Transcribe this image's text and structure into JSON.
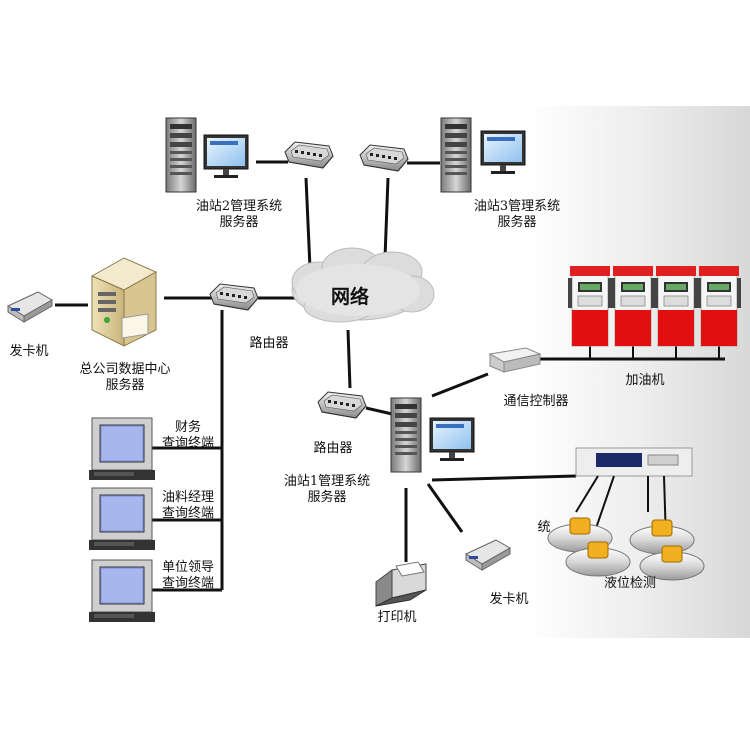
{
  "network": {
    "label": "网络"
  },
  "station2": {
    "line1": "油站2管理系统",
    "line2": "服务器"
  },
  "station3": {
    "line1": "油站3管理系统",
    "line2": "服务器"
  },
  "hq": {
    "line1": "总公司数据中心",
    "line2": "服务器"
  },
  "card_issuer_left": {
    "label": "发卡机"
  },
  "router_top": {
    "label": "路由器"
  },
  "router_mid": {
    "label": "路由器"
  },
  "finance": {
    "line1": "财务",
    "line2": "查询终端"
  },
  "oil_manager": {
    "line1": "油料经理",
    "line2": "查询终端"
  },
  "unit_leader": {
    "line1": "单位领导",
    "line2": "查询终端"
  },
  "station1": {
    "line1": "油站1管理系统",
    "line2": "服务器"
  },
  "comm_controller": {
    "label": "通信控制器"
  },
  "dispenser": {
    "label": "加油机"
  },
  "level_detection": {
    "label": "液位检测",
    "side_text": "统"
  },
  "printer": {
    "label": "打印机"
  },
  "card_issuer_bottom": {
    "label": "发卡机"
  },
  "colors": {
    "line": "#111111",
    "dispenser_red": "#e01010",
    "tank_yellow": "#f0b020",
    "monitor_blue": "#5a7fd8"
  }
}
